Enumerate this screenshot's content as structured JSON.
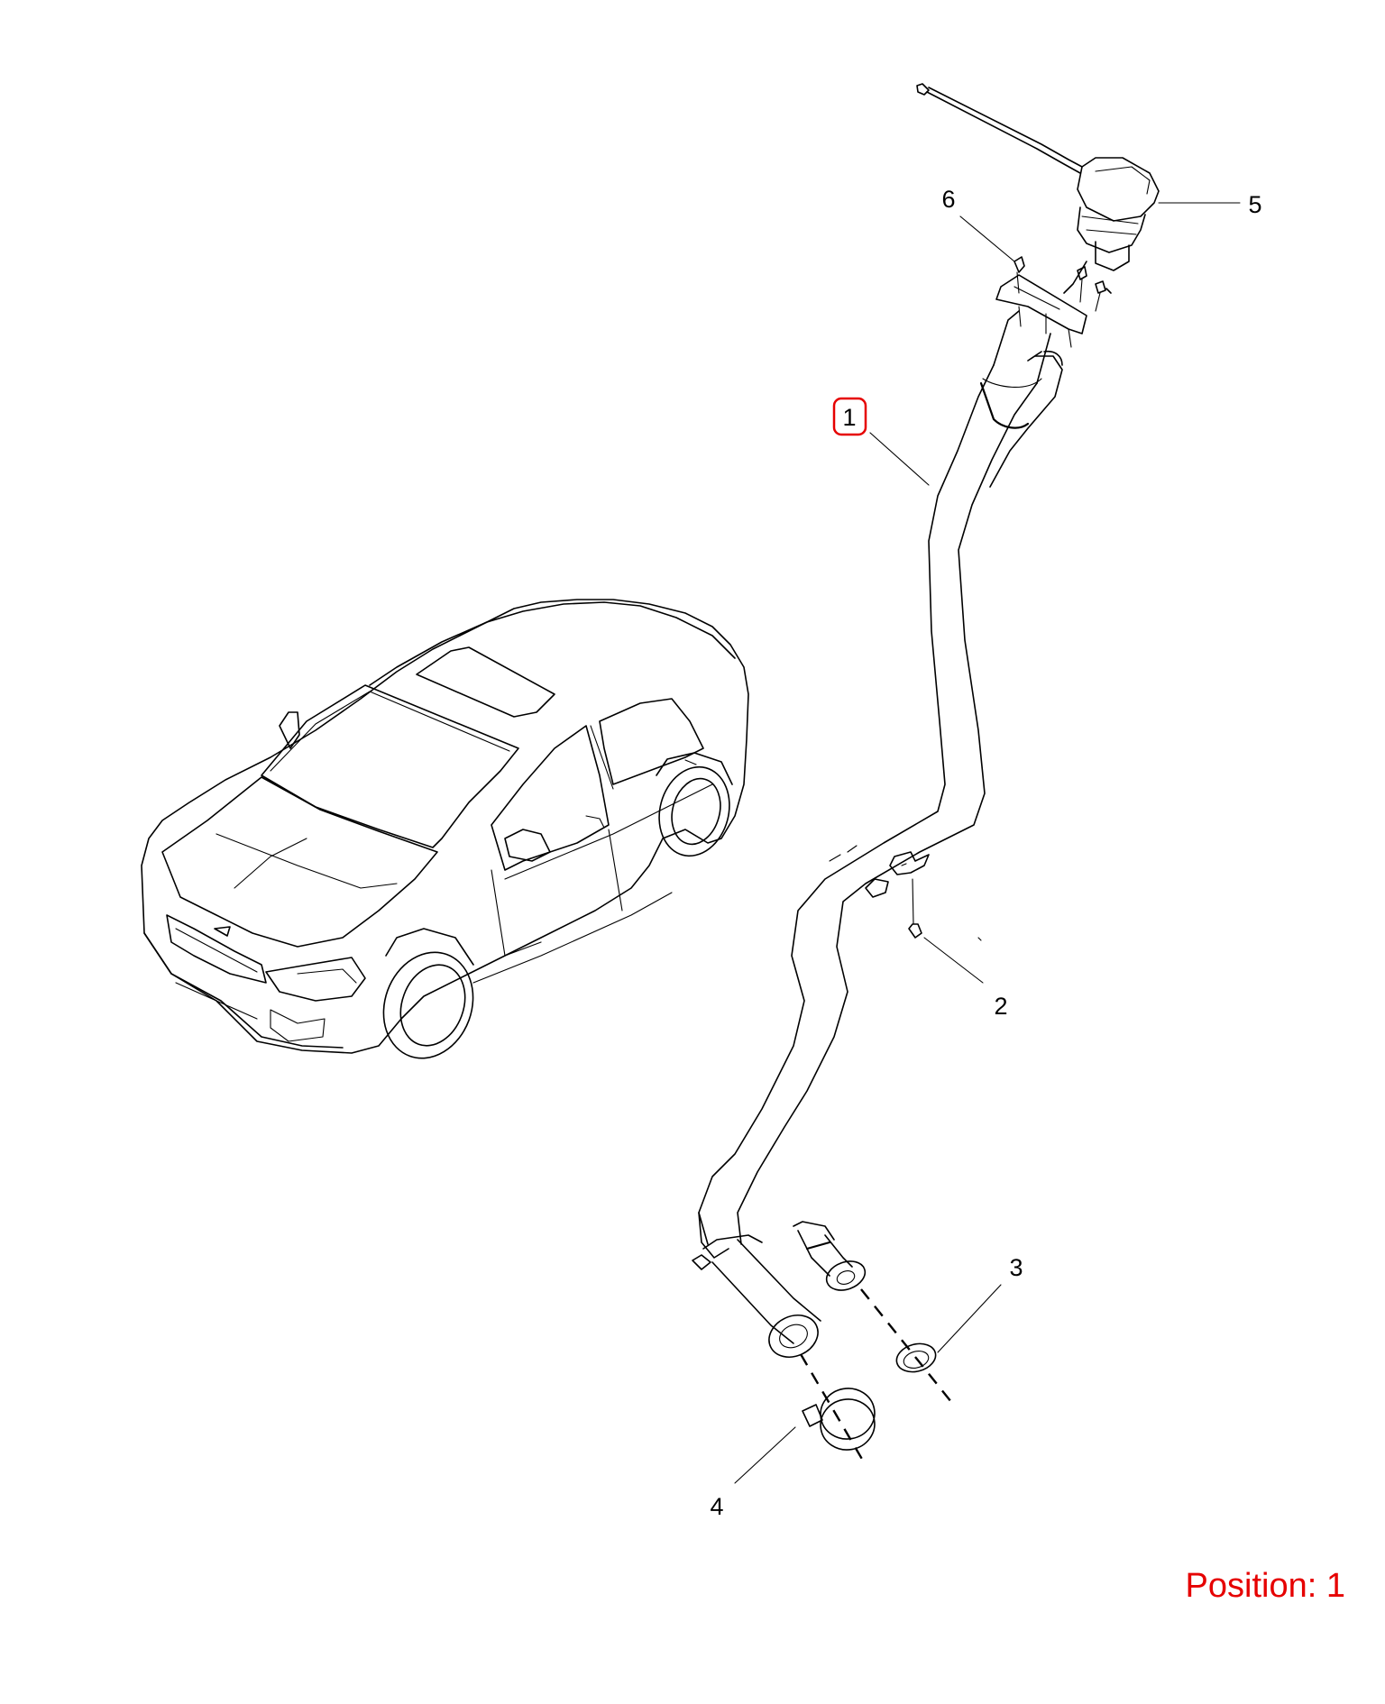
{
  "callouts": [
    {
      "id": "1",
      "label": "1",
      "highlighted": true
    },
    {
      "id": "2",
      "label": "2",
      "highlighted": false
    },
    {
      "id": "3",
      "label": "3",
      "highlighted": false
    },
    {
      "id": "4",
      "label": "4",
      "highlighted": false
    },
    {
      "id": "5",
      "label": "5",
      "highlighted": false
    },
    {
      "id": "6",
      "label": "6",
      "highlighted": false
    }
  ],
  "position": {
    "text": "Position: 1"
  },
  "colors": {
    "highlight": "#e60000",
    "line": "#000000",
    "background": "#ffffff"
  }
}
